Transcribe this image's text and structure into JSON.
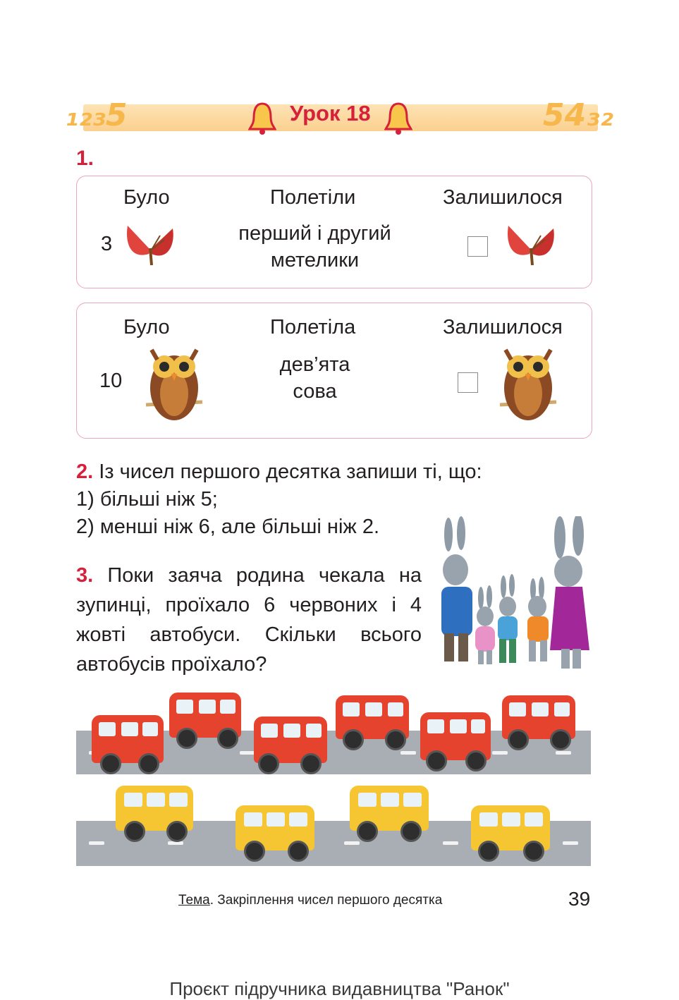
{
  "header": {
    "title": "Урок 18",
    "deco_left": "₁₂₃5",
    "deco_right": "54₃₂"
  },
  "task1": {
    "number": "1.",
    "card1": {
      "col_was": "Було",
      "col_flew": "Полетіли",
      "col_left": "Залишилося",
      "was_count": "3",
      "flew_line1": "перший і другий",
      "flew_line2": "метелики",
      "icon": "butterfly-icon"
    },
    "card2": {
      "col_was": "Було",
      "col_flew": "Полетіла",
      "col_left": "Залишилося",
      "was_count": "10",
      "flew_line1": "дев’ята",
      "flew_line2": "сова",
      "icon": "owl-icon"
    }
  },
  "task2": {
    "number": "2.",
    "text": "Із  чисел першого десятка запиши ті, що:",
    "item1": "1) більші ніж 5;",
    "item2": "2) менші ніж 6, але більші ніж 2."
  },
  "task3": {
    "number": "3.",
    "text": "Поки заяча родина чекала на зупинці, проїхало 6 червоних і 4 жовті автобуси. Скільки всього автобусів проїхало?",
    "illustration": "rabbit-family-illustration",
    "buses": {
      "red_count": 6,
      "yellow_count": 4,
      "red_color": "#e5432e",
      "yellow_color": "#f5c631"
    }
  },
  "footer": {
    "topic_label": "Тема",
    "topic_text": ". Закріплення чисел першого десятка",
    "page_number": "39",
    "publisher": "Проєкт підручника видавництва \"Ранок\""
  },
  "colors": {
    "accent_red": "#d6213c",
    "band": "#fbd08f",
    "card_border": "#e9a8b6"
  }
}
